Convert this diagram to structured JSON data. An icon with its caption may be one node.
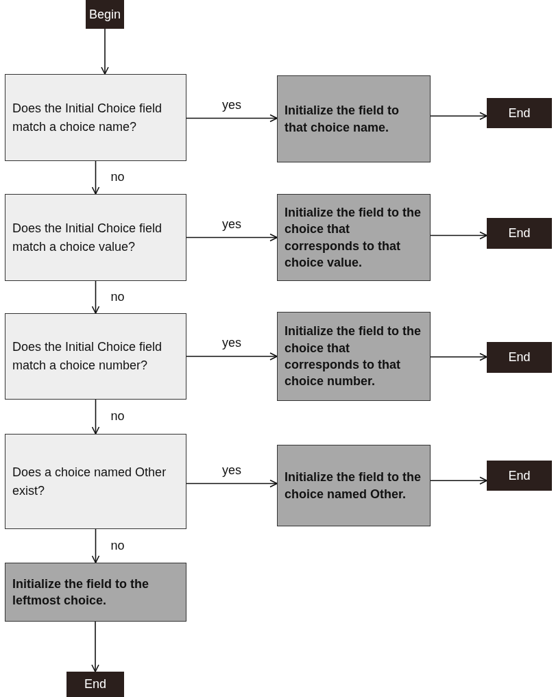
{
  "diagram": {
    "nodes": [
      {
        "text": [
          "Begin"
        ]
      },
      {
        "text": [
          "Does the Initial Choice field match a choice name?"
        ]
      },
      {
        "text": [
          "Initialize the field to that choice name."
        ]
      },
      {
        "text": [
          "End"
        ]
      },
      {
        "text": [
          "Does the Initial Choice field match a choice value?"
        ]
      },
      {
        "text": [
          "Initialize the field to the choice that corresponds to that choice value."
        ]
      },
      {
        "text": [
          "End"
        ]
      },
      {
        "text": [
          "Does the Initial Choice field match a choice number?"
        ]
      },
      {
        "text": [
          "Initialize the field to the choice that corresponds to that choice number."
        ]
      },
      {
        "text": [
          "End"
        ]
      },
      {
        "text": [
          "Does a choice named Other exist?"
        ]
      },
      {
        "text": [
          "Initialize the field to the choice named Other."
        ]
      },
      {
        "text": [
          "End"
        ]
      },
      {
        "text": [
          "Initialize the field to the leftmost choice."
        ]
      },
      {
        "text": [
          "End"
        ]
      }
    ],
    "edges": [
      {
        "from": 0,
        "to": 1,
        "arrow": "to"
      },
      {
        "from": 1,
        "to": 2,
        "arrow": "to",
        "label": "yes"
      },
      {
        "from": 2,
        "to": 3,
        "arrow": "to"
      },
      {
        "from": 1,
        "to": 4,
        "arrow": "to",
        "label": "no"
      },
      {
        "from": 4,
        "to": 5,
        "arrow": "to",
        "label": "yes"
      },
      {
        "from": 5,
        "to": 6,
        "arrow": "to"
      },
      {
        "from": 4,
        "to": 7,
        "arrow": "to",
        "label": "no"
      },
      {
        "from": 7,
        "to": 8,
        "arrow": "to",
        "label": "yes"
      },
      {
        "from": 8,
        "to": 9,
        "arrow": "to"
      },
      {
        "from": 7,
        "to": 10,
        "arrow": "to",
        "label": "no"
      },
      {
        "from": 10,
        "to": 11,
        "arrow": "to",
        "label": "yes"
      },
      {
        "from": 11,
        "to": 12,
        "arrow": "to"
      },
      {
        "from": 10,
        "to": 13,
        "arrow": "to",
        "label": "no"
      },
      {
        "from": 13,
        "to": 14,
        "arrow": "to"
      }
    ]
  }
}
